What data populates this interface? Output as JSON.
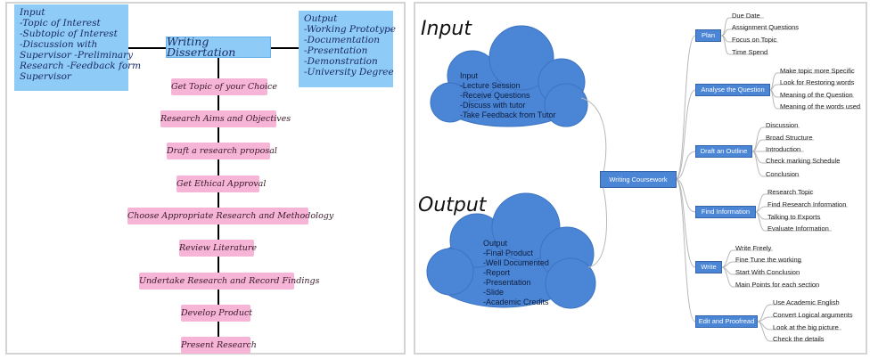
{
  "left": {
    "input": {
      "lines": [
        "Input",
        "-Topic of Interest",
        "-Subtopic of Interest",
        "-Discussion with",
        "Supervisor -Preliminary",
        "Research -Feedback form",
        "Supervisor"
      ]
    },
    "title": "Writing Dissertation",
    "output": {
      "lines": [
        "Output",
        "-Working Prototype",
        "-Documentation",
        "-Presentation",
        "-Demonstration",
        "-University Degree"
      ]
    },
    "steps": [
      "Get Topic of your Choice",
      "Research Aims and Objectives",
      "Draft a research proposal",
      "Get Ethical Approval",
      "Choose Appropriate Research and Methodology",
      "Review Literature",
      "Undertake Research and Record Findings",
      "Develop Product",
      "Present Research"
    ]
  },
  "right": {
    "input_label": "Input",
    "output_label": "Output",
    "input_cloud": [
      "Input",
      "-Lecture Session",
      "-Receive Questions",
      "-Discuss with tutor",
      "-Take Feedback from Tutor"
    ],
    "output_cloud": [
      "Output",
      "-Final Product",
      "-Well Documented",
      "-Report",
      "-Presentation",
      "-Slide",
      "-Academic Credits"
    ],
    "center": "Writing Coursework",
    "branches": [
      {
        "label": "Plan",
        "leaves": [
          "Due Date",
          "Assignment Questions",
          "Focus on Topic",
          "Time Spend"
        ]
      },
      {
        "label": "Analyse the Question",
        "leaves": [
          "Make topic more Specific",
          "Look for Restoring words",
          "Meaning of the Question",
          "Meaning of the words used"
        ]
      },
      {
        "label": "Draft an Outline",
        "leaves": [
          "Discussion",
          "Broad Structure",
          "Introduction",
          "Check marking Schedule",
          "Conclusion"
        ]
      },
      {
        "label": "Find Information",
        "leaves": [
          "Research Topic",
          "Find Research Information",
          "Talking to Exports",
          "Evaluate Information"
        ]
      },
      {
        "label": "Write",
        "leaves": [
          "Write Freely",
          "Fine Tune the working",
          "Start With Conclusion",
          "Main Points for each section"
        ]
      },
      {
        "label": "Edit and Proofread",
        "leaves": [
          "Use Academic English",
          "Convert Logical arguments",
          "Look at the big picture",
          "Check the details"
        ]
      }
    ]
  },
  "colors": {
    "blue_box": "#8fcbf7",
    "pink_step": "#f6b4d7",
    "cloud": "#4a85d6",
    "node": "#4a85d6"
  }
}
